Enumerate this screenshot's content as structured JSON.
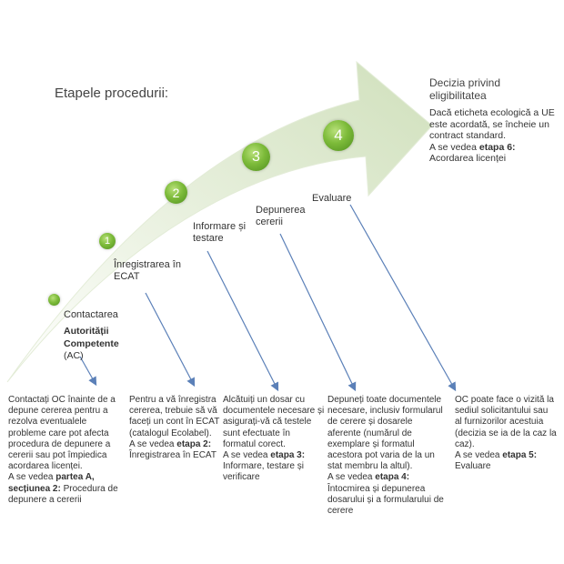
{
  "title": "Etapele procedurii:",
  "final": {
    "heading": "Decizia privind eligibilitatea",
    "text": "Dacă eticheta ecologică a UE este acordată, se încheie un contract standard.",
    "ref_prefix": "A se vedea ",
    "ref_bold": "etapa 6:",
    "ref_title": "Acordarea licenței"
  },
  "steps": [
    {
      "number": "",
      "label": "Contactarea",
      "label_bold": "Autorității Competente",
      "label_suffix": "(AC)"
    },
    {
      "number": "1",
      "label": "Înregistrarea în ECAT"
    },
    {
      "number": "2",
      "label": "Informare și testare"
    },
    {
      "number": "3",
      "label": "Depunerea cererii"
    },
    {
      "number": "4",
      "label": "Evaluare"
    }
  ],
  "descriptions": [
    {
      "text": "Contactați OC înainte de a depune cererea pentru a rezolva eventualele probleme care pot afecta procedura de depunere a cererii sau pot împiedica acordarea licenței.",
      "ref_prefix": "A se vedea ",
      "ref_bold": "partea A, secțiunea 2:",
      "ref_title": "Procedura de depunere a cererii"
    },
    {
      "text": "Pentru a vă înregistra cererea, trebuie să vă faceți un cont în ECAT (catalogul Ecolabel).",
      "ref_prefix": "A se vedea ",
      "ref_bold": "etapa 2:",
      "ref_title": "Înregistrarea în ECAT"
    },
    {
      "text": "Alcătuiți un dosar cu documentele necesare și asigurați-vă că testele sunt efectuate în formatul corect.",
      "ref_prefix": "A se vedea ",
      "ref_bold": "etapa 3:",
      "ref_title": "Informare, testare și verificare"
    },
    {
      "text": "Depuneți toate documentele necesare, inclusiv formularul de cerere și dosarele aferente (numărul de exemplare și formatul acestora pot varia de la un stat membru la altul).",
      "ref_prefix": "A se vedea ",
      "ref_bold": "etapa 4:",
      "ref_title": "Întocmirea și depunerea dosarului și a formularului de cerere"
    },
    {
      "text": "OC poate face o vizită la sediul solicitantului sau al furnizorilor acestuia (decizia se ia de la caz la caz).",
      "ref_prefix": "A se vedea ",
      "ref_bold": "etapa 5:",
      "ref_title": "Evaluare"
    }
  ],
  "colors": {
    "arrow_light": "#f4f8ee",
    "arrow_mid": "#dfe9d1",
    "arrow_dark": "#c6d8b0",
    "circle_green": "#6fae2e",
    "line_blue": "#5b80b8"
  }
}
